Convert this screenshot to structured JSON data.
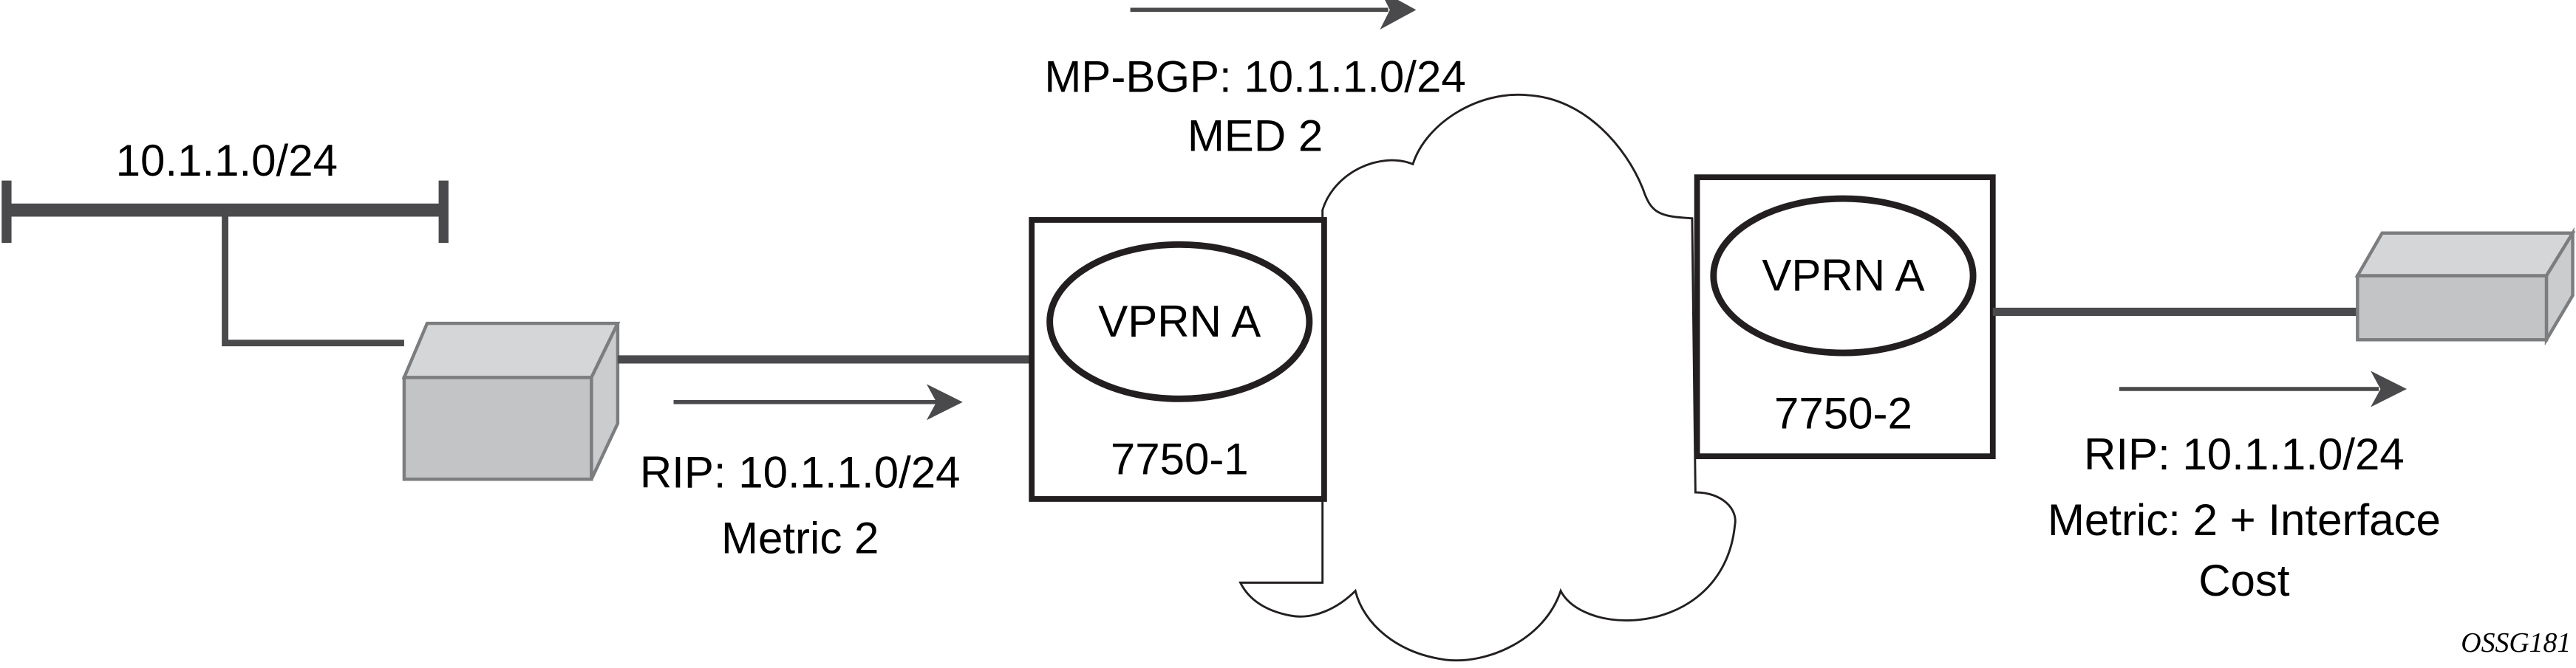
{
  "diagram": {
    "subnet_label": "10.1.1.0/24",
    "routers": [
      {
        "name": "7750-1",
        "service": "VPRN A"
      },
      {
        "name": "7750-2",
        "service": "VPRN A"
      }
    ],
    "annotations": {
      "bgp_line1": "MP-BGP: 10.1.1.0/24",
      "bgp_line2": "MED 2",
      "rip_in_line1": "RIP:  10.1.1.0/24",
      "rip_in_line2": "Metric 2",
      "rip_out_line1": "RIP: 10.1.1.0/24",
      "rip_out_line2": "Metric: 2 + Interface",
      "rip_out_line3": "Cost"
    },
    "figure_id": "OSSG181",
    "colors": {
      "wire": "#4a4a4c",
      "device": "#c3c4c6",
      "outline": "#231f20"
    }
  }
}
